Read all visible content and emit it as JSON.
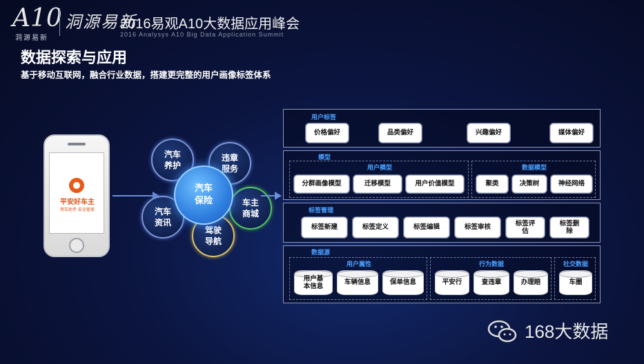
{
  "header": {
    "logo_text": "A10",
    "logo_sub": "洞源易新",
    "calligraphy": "洞源易新",
    "title": "2016易观A10大数据应用峰会",
    "subtitle": "2016 Analysys A10 Big Data Application Summit"
  },
  "page": {
    "title": "数据探索与应用",
    "subtitle": "基于移动互联网，融合行业数据，搭建更完整的用户画像标签体系"
  },
  "phone": {
    "app_name": "平安好车主",
    "app_tagline": "用车助手  安全管家"
  },
  "bubbles": [
    {
      "label": "汽车\n养护"
    },
    {
      "label": "违章\n服务"
    },
    {
      "label": "汽车\n保险"
    },
    {
      "label": "车主\n商城"
    },
    {
      "label": "汽车\n资讯"
    },
    {
      "label": "驾驶\n导航"
    }
  ],
  "layers": {
    "user_tags": {
      "label": "用户标签",
      "items": [
        "价格偏好",
        "品类偏好",
        "兴趣偏好",
        "媒体偏好"
      ]
    },
    "model": {
      "label": "模型",
      "user_model": {
        "label": "用户模型",
        "items": [
          "分群画像模型",
          "迁移模型",
          "用户价值模型"
        ]
      },
      "data_model": {
        "label": "数据模型",
        "items": [
          "聚类",
          "决策树",
          "神经网络"
        ]
      }
    },
    "tag_mgmt": {
      "label": "标签管理",
      "items": [
        "标签新建",
        "标签定义",
        "标签编辑",
        "标签审核",
        "标签评\n估",
        "标签删\n除"
      ]
    },
    "data_source": {
      "label": "数据源",
      "user_attr": {
        "label": "用户属性",
        "items": [
          "用户基\n本信息",
          "车辆信息",
          "保单信息"
        ]
      },
      "behavior": {
        "label": "行为数据",
        "items": [
          "平安行",
          "查违章",
          "办理赔"
        ]
      },
      "social": {
        "label": "社交数据",
        "items": [
          "车圈"
        ]
      }
    }
  },
  "watermark": {
    "text": "168大数据"
  },
  "icons": [
    "wechat-icon",
    "arrow-right-icon"
  ]
}
